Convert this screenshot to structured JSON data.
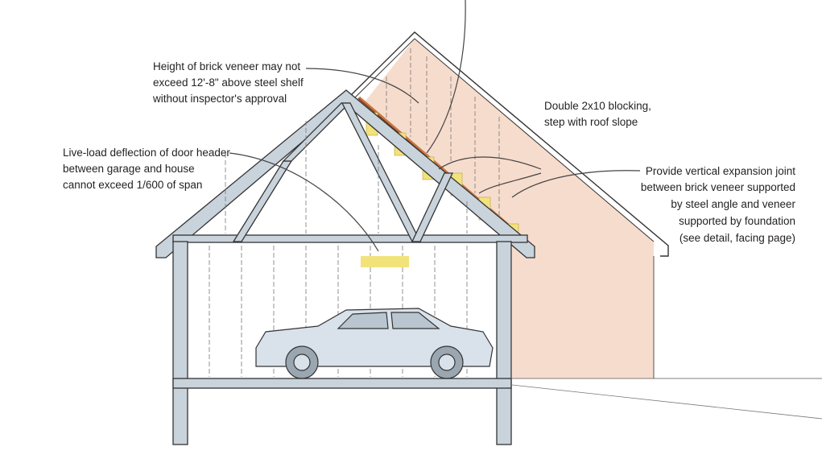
{
  "annotations": {
    "brick_height": [
      "Height of brick veneer may not",
      "exceed 12'-8\" above steel shelf",
      "without  inspector's approval"
    ],
    "door_header": [
      "Live-load deflection of door header",
      "between garage and house",
      "cannot exceed 1/600 of span"
    ],
    "blocking": [
      "Double  2x10 blocking,",
      "step with roof slope"
    ],
    "expansion_joint": [
      "Provide vertical expansion joint",
      "between brick veneer supported",
      "by steel angle and veneer",
      "supported by foundation",
      "(see detail, facing page)"
    ]
  },
  "colors": {
    "brick_veneer": "#f6dccd",
    "framing": "#c9d3dc",
    "blocking": "#f2e27a",
    "steel_angle": "#c9753f"
  }
}
